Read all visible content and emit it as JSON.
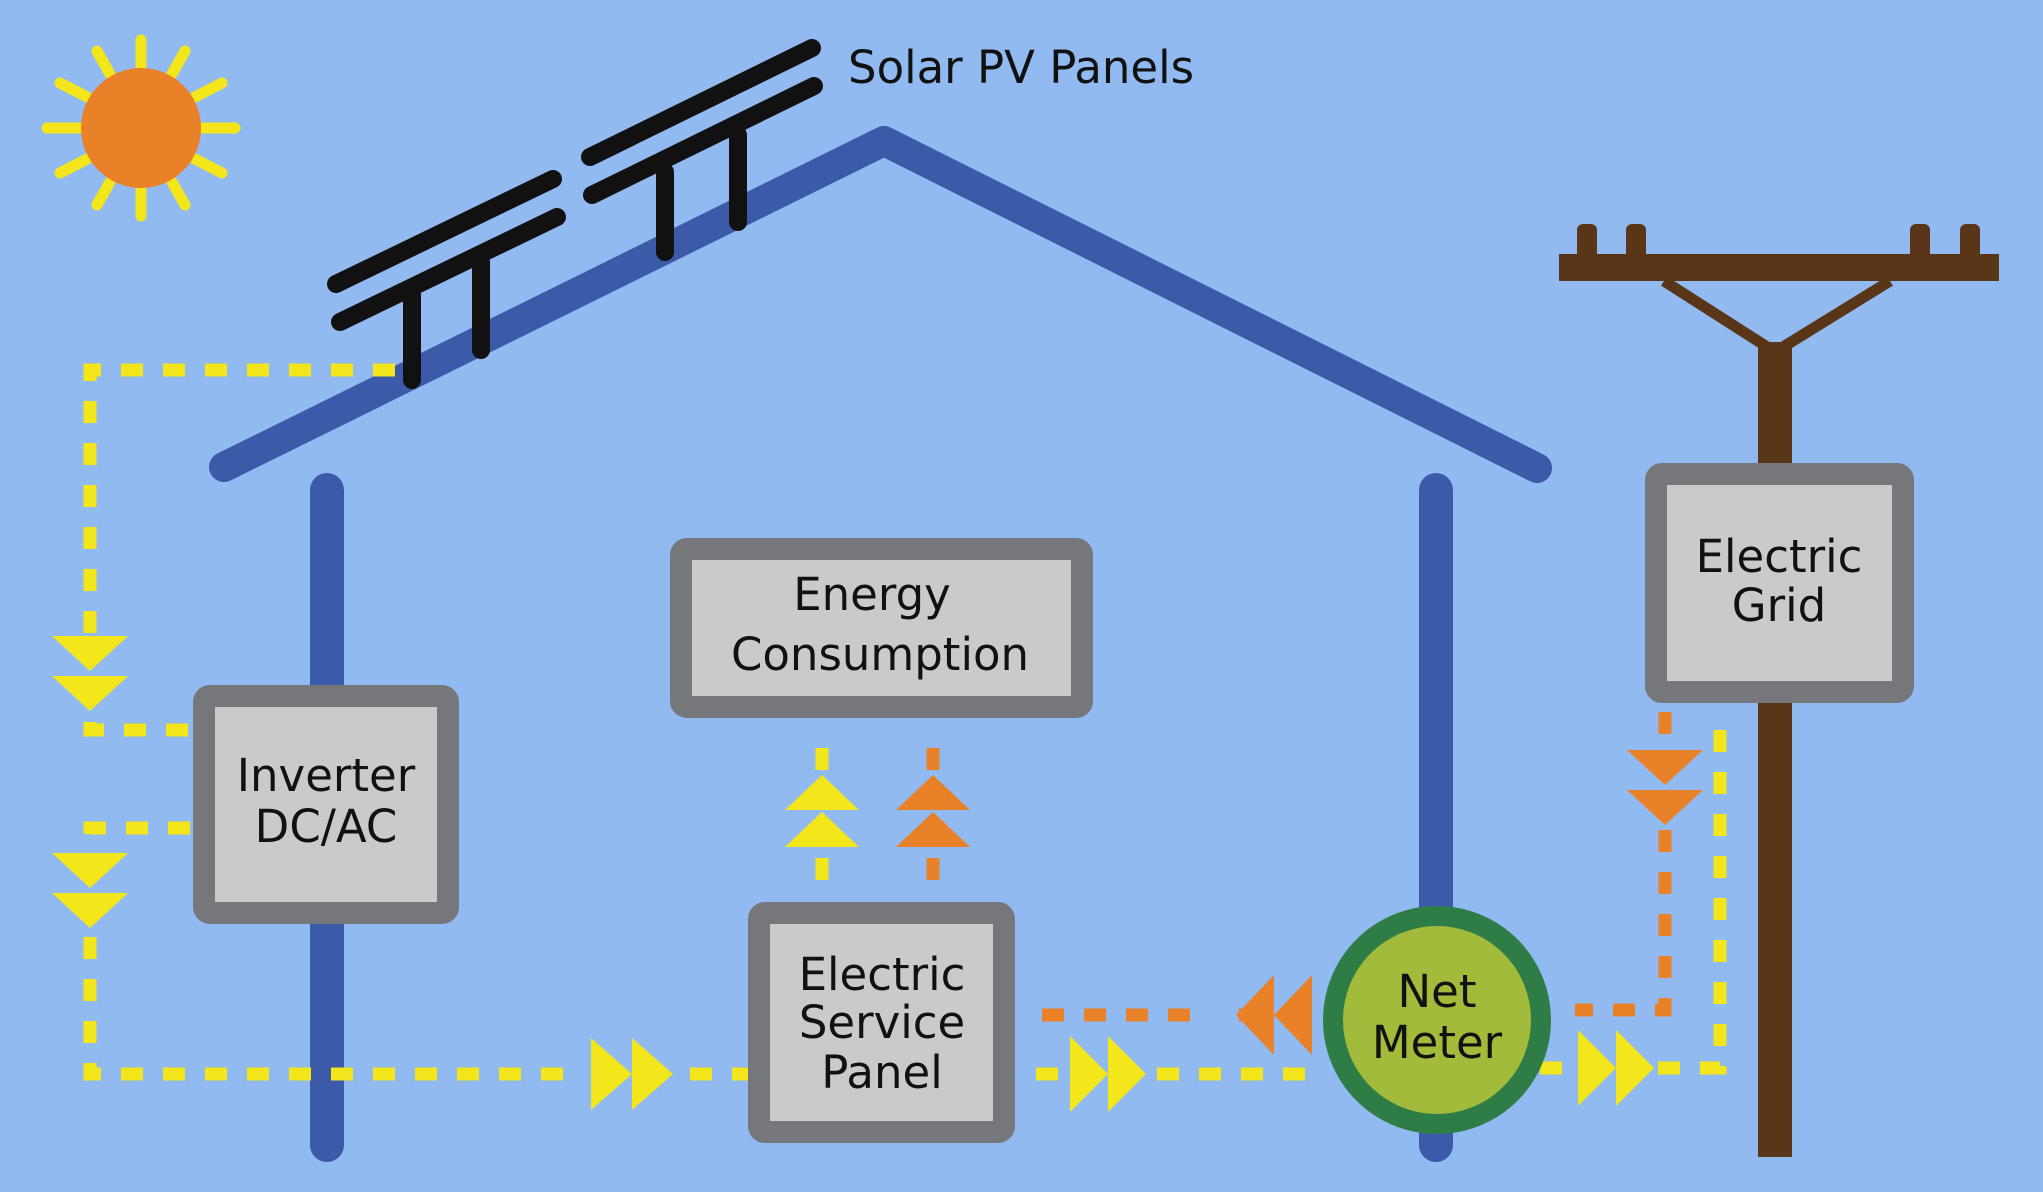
{
  "labels": {
    "solar_panels": "Solar PV Panels",
    "inverter": [
      "Inverter",
      "DC/AC"
    ],
    "energy_consumption": [
      "Energy",
      "Consumption"
    ],
    "service_panel": [
      "Electric",
      "Service",
      "Panel"
    ],
    "net_meter": [
      "Net",
      "Meter"
    ],
    "electric_grid": [
      "Electric",
      "Grid"
    ]
  },
  "colors": {
    "background": "#91bbf0",
    "house_outline": "#3b5aa8",
    "solar_flow": "#f3e61a",
    "grid_flow": "#e88127",
    "box_border": "#76777b",
    "box_fill": "#c9cacb",
    "sun": "#e88127",
    "sun_rays": "#f3e61a",
    "meter_ring": "#2e7d46",
    "meter_fill": "#a3bb3a",
    "pole": "#5a3619",
    "panels": "#111111"
  },
  "icons": [
    "sun-icon",
    "solar-panel-icon",
    "utility-pole-icon",
    "flow-arrow-icon"
  ]
}
